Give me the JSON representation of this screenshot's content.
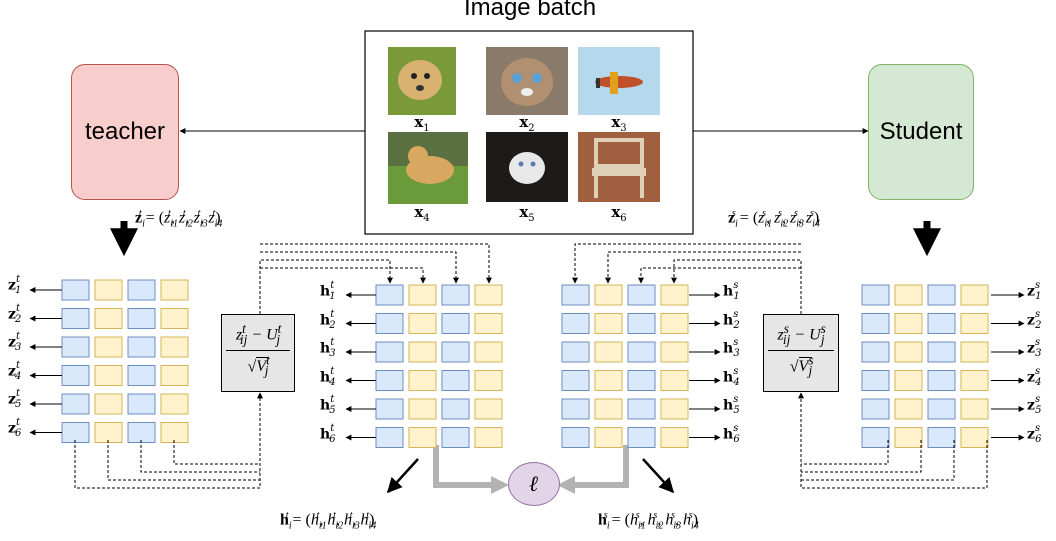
{
  "title": "Image batch",
  "teacher_label": "teacher",
  "student_label": "Student",
  "loss_symbol": "ℓ",
  "images": [
    {
      "caption": "x",
      "index": "1",
      "icon": "puppy-image"
    },
    {
      "caption": "x",
      "index": "2",
      "icon": "cat-image"
    },
    {
      "caption": "x",
      "index": "3",
      "icon": "airplane-image"
    },
    {
      "caption": "x",
      "index": "4",
      "icon": "dog-image"
    },
    {
      "caption": "x",
      "index": "5",
      "icon": "kitten-image"
    },
    {
      "caption": "x",
      "index": "6",
      "icon": "chair-image"
    }
  ],
  "teacher_z_formula": "z_i^t = (z_{i1}^t, z_{i2}^t, z_{i3}^t, z_{i4}^t)",
  "student_z_formula": "z_i^s = (z_{i1}^s, z_{i2}^s, z_{i3}^s, z_{i4}^s)",
  "teacher_h_formula": "h_i^t = (h_{i1}^t, h_{i2}^t, h_{i3}^t, h_{i4}^t)",
  "student_h_formula": "h_i^s = (h_{i1}^s, h_{i2}^s, h_{i3}^s, h_{i4}^s)",
  "teacher_norm": "(z_ij^t − U_j^t) / sqrt(V_j^t)",
  "student_norm": "(z_ij^s − U_j^s) / sqrt(V_j^s)",
  "row_labels": [
    "1",
    "2",
    "3",
    "4",
    "5",
    "6"
  ],
  "colors": {
    "teacher_fill": "#f8cecc",
    "teacher_stroke": "#b85450",
    "student_fill": "#d5e8d4",
    "student_stroke": "#82b366",
    "blue_cell": "#dae8fc",
    "blue_stroke": "#6c8ebf",
    "yellow_cell": "#fff2cc",
    "yellow_stroke": "#d6b656",
    "loss_fill": "#e1d5e7",
    "arrow_gray": "#b3b3b3"
  }
}
